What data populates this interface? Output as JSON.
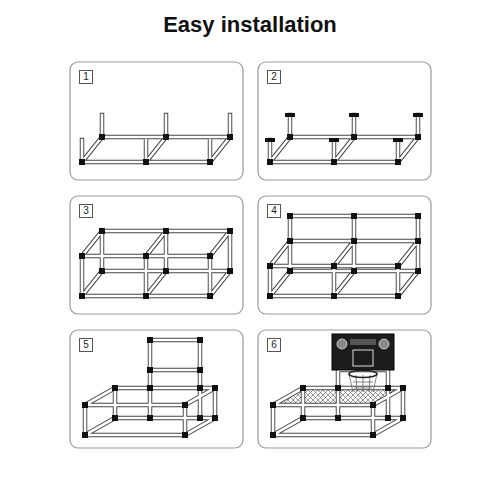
{
  "diagram": {
    "title": "Easy installation",
    "nodes": [
      {
        "text": [
          "1"
        ]
      },
      {
        "text": [
          "2"
        ]
      },
      {
        "text": [
          "3"
        ]
      },
      {
        "text": [
          "4"
        ]
      },
      {
        "text": [
          "5"
        ]
      },
      {
        "text": [
          "6"
        ]
      }
    ]
  }
}
